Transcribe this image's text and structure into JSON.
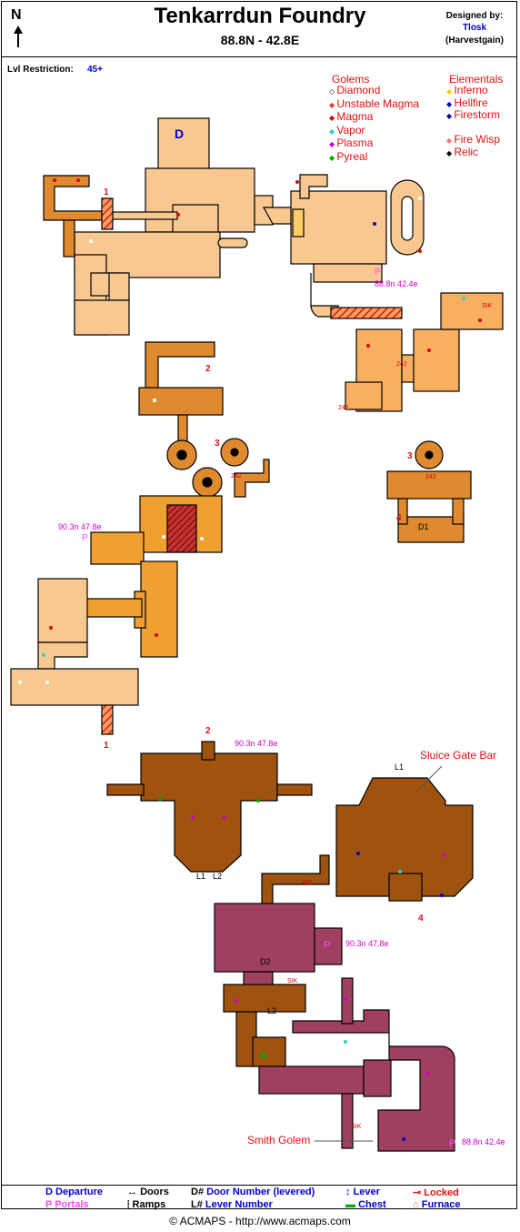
{
  "header": {
    "compass": "N",
    "title": "Tenkarrdun Foundry",
    "coords": "88.8N - 42.8E",
    "designed_by_label": "Designed by:",
    "designer": "Tlosk",
    "designer_sub": "(Harvestgain)",
    "lvl_label": "Lvl Restriction:",
    "lvl_value": "45+"
  },
  "legend_top": {
    "golems_title": "Golems",
    "golems": [
      "Diamond",
      "Unstable Magma",
      "Magma",
      "Vapor",
      "Plasma",
      "Pyreal"
    ],
    "elementals_title": "Elementals",
    "elementals": [
      "Inferno",
      "Hellfire",
      "Firestorm"
    ],
    "extra": [
      "Fire Wisp",
      "Relic"
    ],
    "colors": {
      "diamond": "#ffffff",
      "unstable_magma": "#ff3030",
      "magma": "#e00000",
      "vapor": "#33cccc",
      "plasma": "#cc00cc",
      "pyreal": "#00aa00",
      "inferno": "#ffcc00",
      "hellfire": "#0000cc",
      "firestorm": "#000099",
      "fire_wisp": "#ff7777",
      "relic": "#000000"
    }
  },
  "map_labels": {
    "departure": "D",
    "d1": "D1",
    "d2": "D2",
    "l1": "L1",
    "l2": "L2",
    "n1": "1",
    "n2": "2",
    "n3": "3",
    "n4": "4",
    "portal_88_a": "88.8n 42.4e",
    "portal_88_b": "88.8n 42.4e",
    "portal_90_a": "90.3n 47.8e",
    "portal_90_b": "90.3n 47.8e",
    "portal_90_c": "90.3n 47.8e",
    "key_242_a": "242",
    "key_242_b": "242",
    "key_242_c": "242",
    "key_242_d": "242",
    "key_402": "402",
    "key_sik_a": "SIK",
    "key_sik_b": "SIK",
    "key_sik_c": "SIK",
    "sluice_gate": "Sluice Gate Bar",
    "smith_golem": "Smith Golem",
    "P": "P"
  },
  "bottom_legend": {
    "departure_letter": "D",
    "departure": "Departure",
    "portals_letter": "P",
    "portals": "Portals",
    "doors": "Doors",
    "ramps": "Ramps",
    "door_number": "Door Number (levered)",
    "lever_number": "Lever Number",
    "lever": "Lever",
    "chest": "Chest",
    "locked": "Locked",
    "furnace": "Furnace",
    "door_sym": "D#",
    "lever_sym": "L#"
  },
  "footer": "© ACMAPS - http://www.acmaps.com"
}
